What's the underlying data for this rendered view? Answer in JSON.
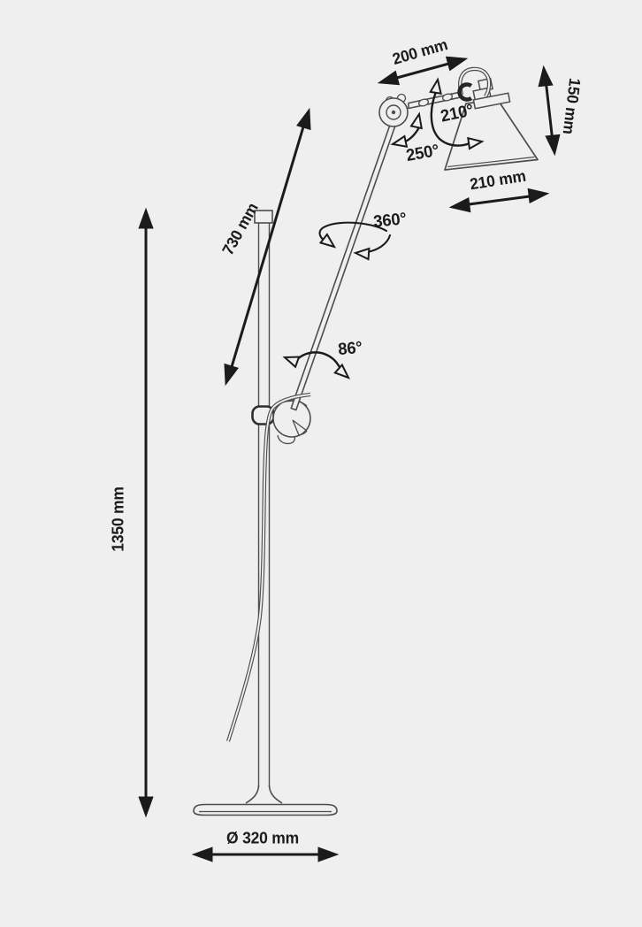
{
  "page": {
    "description": "Technical dimension diagram of an articulated floor lamp (line art on light grey background)"
  },
  "colors": {
    "background": "#efefef",
    "annotation": "#1b1b1b",
    "lamp_line": "#4d4d4d",
    "lamp_dark": "#2e2e2e"
  },
  "annotations": {
    "upper_arm_length": {
      "label": "200 mm"
    },
    "shade_height": {
      "label": "150 mm"
    },
    "shade_tilt_angle": {
      "label": "210°"
    },
    "elbow_swivel_angle": {
      "label": "250°"
    },
    "shade_width": {
      "label": "210 mm"
    },
    "lower_arm_length": {
      "label": "730 mm"
    },
    "arm_rotation_angle": {
      "label": "360°"
    },
    "arm_pivot_angle": {
      "label": "86°"
    },
    "total_height": {
      "label": "1350 mm"
    },
    "base_diameter": {
      "label": "Ø 320 mm"
    }
  }
}
